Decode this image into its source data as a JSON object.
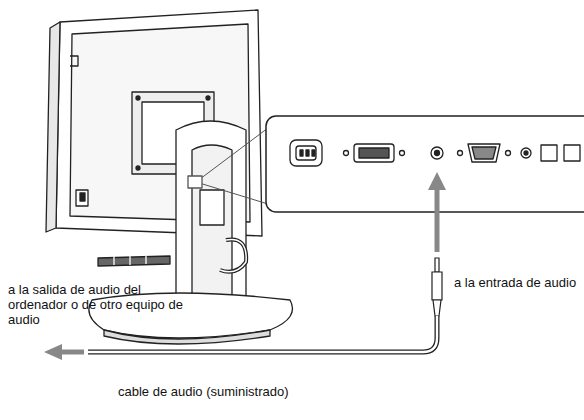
{
  "diagram": {
    "labels": [
      "a la entrada de audio",
      "a la salida de audio del ordenador o de otro equipo de audio",
      "cable de audio (suministrado)"
    ]
  }
}
